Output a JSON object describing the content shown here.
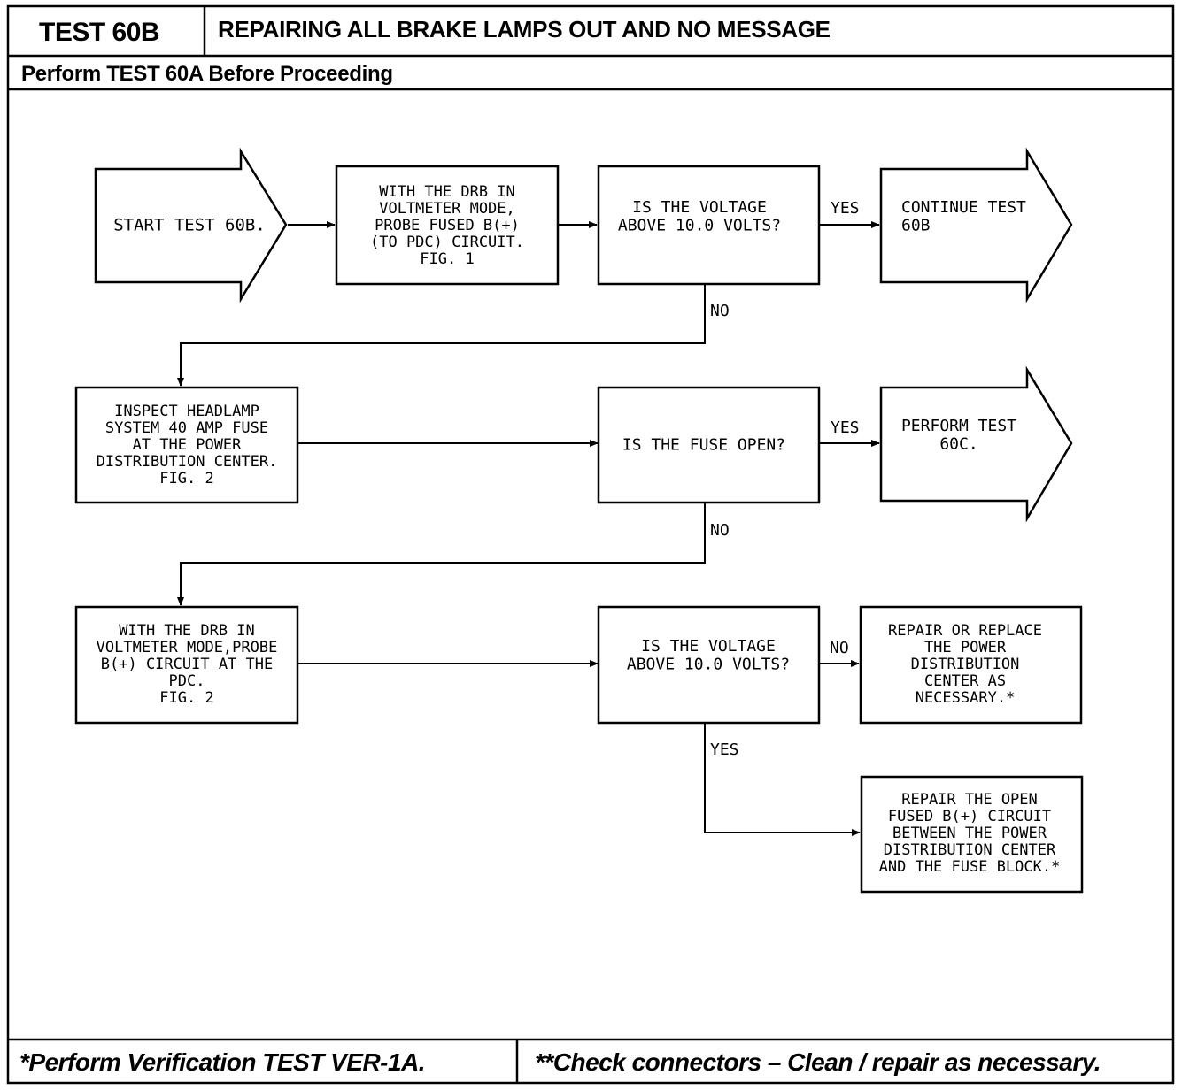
{
  "header": {
    "test_id": "TEST 60B",
    "title": "REPAIRING ALL BRAKE LAMPS OUT AND NO MESSAGE",
    "prerequisite": "Perform TEST 60A Before Proceeding"
  },
  "footer": {
    "left_note": "*Perform Verification TEST VER-1A.",
    "right_note": "**Check connectors – Clean / repair as necessary."
  },
  "flowchart": {
    "start": {
      "lines": [
        "START TEST 60B."
      ]
    },
    "step_probe_fused": {
      "lines": [
        "WITH THE DRB IN",
        "VOLTMETER MODE,",
        "PROBE FUSED B(+)",
        "(TO PDC) CIRCUIT.",
        "FIG. 1"
      ]
    },
    "decision_voltage_1": {
      "lines": [
        "IS THE VOLTAGE",
        "ABOVE 10.0 VOLTS?"
      ]
    },
    "continue_test": {
      "lines": [
        "CONTINUE TEST",
        "60B"
      ]
    },
    "step_inspect_fuse": {
      "lines": [
        "INSPECT HEADLAMP",
        "SYSTEM 40 AMP FUSE",
        "AT THE POWER",
        "DISTRIBUTION CENTER.",
        "FIG. 2"
      ]
    },
    "decision_fuse_open": {
      "lines": [
        "IS THE FUSE OPEN?"
      ]
    },
    "perform_test": {
      "lines": [
        "PERFORM TEST",
        "60C."
      ]
    },
    "step_probe_pdc": {
      "lines": [
        "WITH THE DRB IN",
        "VOLTMETER MODE,PROBE",
        "B(+) CIRCUIT AT THE",
        "PDC.",
        "FIG. 2"
      ]
    },
    "decision_voltage_2": {
      "lines": [
        "IS THE VOLTAGE",
        "ABOVE 10.0 VOLTS?"
      ]
    },
    "repair_pdc": {
      "lines": [
        "REPAIR OR REPLACE",
        "THE POWER",
        "DISTRIBUTION",
        "CENTER AS",
        "NECESSARY.*"
      ]
    },
    "repair_open_circuit": {
      "lines": [
        "REPAIR THE OPEN",
        "FUSED B(+) CIRCUIT",
        "BETWEEN THE POWER",
        "DISTRIBUTION CENTER",
        "AND THE FUSE BLOCK.*"
      ]
    },
    "labels": {
      "yes_1": "YES",
      "no_1": "NO",
      "yes_2": "YES",
      "no_2": "NO",
      "no_3": "NO",
      "yes_3": "YES"
    }
  }
}
